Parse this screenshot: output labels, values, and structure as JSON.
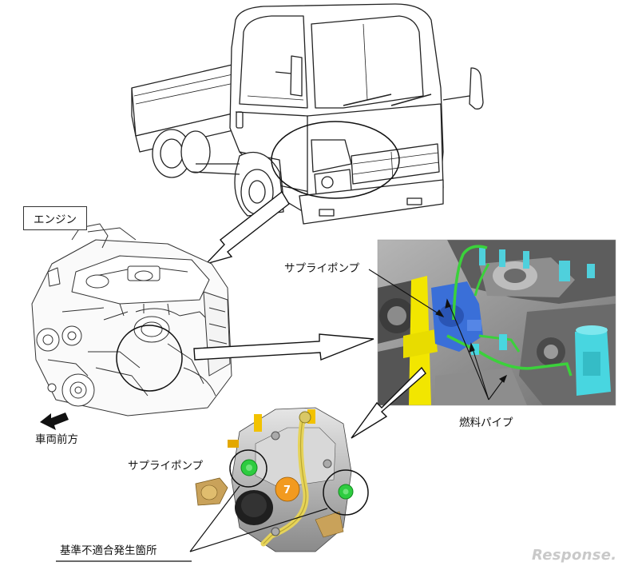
{
  "labels": {
    "engine": "エンジン",
    "supply_pump_upper": "サプライポンプ",
    "supply_pump_lower": "サプライポンプ",
    "fuel_pipe": "燃料パイプ",
    "vehicle_front": "車両前方",
    "nonconformity_location": "基準不適合発生箇所"
  },
  "watermark": "Response.",
  "colors": {
    "line": "#222222",
    "pump_yellow": "#f2e600",
    "pump_blue": "#3a6fd8",
    "pipe_green": "#3bd13b",
    "filter_cyan": "#48d6e0",
    "bolt_green": "#2ecc40",
    "orange_cap": "#f29a1f",
    "metal_gray": "#9a9a9a"
  }
}
